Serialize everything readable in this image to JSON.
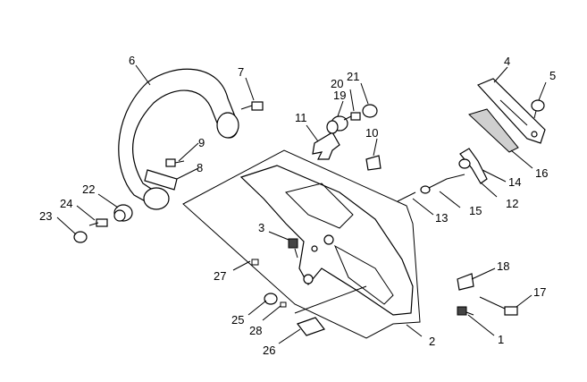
{
  "labels": [
    "1",
    "2",
    "3",
    "4",
    "5",
    "6",
    "7",
    "8",
    "9",
    "10",
    "11",
    "12",
    "13",
    "14",
    "15",
    "16",
    "17",
    "18",
    "19",
    "20",
    "21",
    "22",
    "23",
    "24",
    "25",
    "26",
    "27",
    "28"
  ],
  "colors": {
    "line": "#000000",
    "background": "#ffffff",
    "shade": "#cfcfcf"
  }
}
